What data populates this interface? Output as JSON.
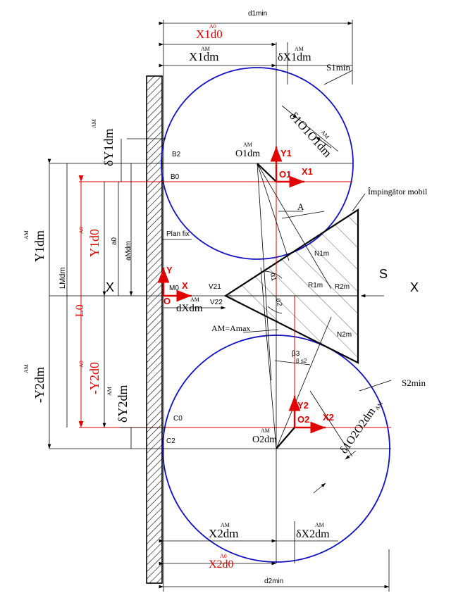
{
  "colors": {
    "blue": "#1010c0",
    "red": "#e00000",
    "black": "#000000"
  },
  "labels": {
    "d1min": "d1min",
    "d2min": "d2min",
    "S1min": "S1min",
    "S2min": "S2min",
    "X1d0_main": "X1d0",
    "X1d0_sup": "A0",
    "X1dm_main": "X1dm",
    "X1dm_sup": "AM",
    "dX1dm_main": "δX1dm",
    "dX1dm_sup": "AM",
    "X2dm_main": "X2dm",
    "X2dm_sup": "AM",
    "dX2dm_main": "δX2dm",
    "dX2dm_sup": "AM",
    "X2d0_main": "X2d0",
    "X2d0_sup": "A0",
    "dXdm_main": "dXdm",
    "dXdm_sup": "AM",
    "dO1O1dm_main": "δ1O1O1dm",
    "dO1O1dm_sup": "AM",
    "dO2O2dm_main": "δ1O2O2dm",
    "dO2O2dm_sup": "AM",
    "dY1dm_main": "δY1dm",
    "dY1dm_sup": "AM",
    "Y1dm_main": "Y1dm",
    "Y1dm_sup": "AM",
    "Y1d0_main": "Y1d0",
    "Y1d0_sup": "A0",
    "Y2d0_main": "-Y2d0",
    "Y2d0_sup": "A0",
    "Y2dm_main": "-Y2dm",
    "Y2dm_sup": "AM",
    "dY2dm_main": "δY2dm",
    "dY2dm_sup": "AM",
    "a0": "a0",
    "aMdm": "aMdm",
    "LMdm": "LMdm",
    "L0": "L0",
    "X_left": "X",
    "X_right": "X",
    "S": "S",
    "B2": "B2",
    "B0": "B0",
    "C0": "C0",
    "C2": "C2",
    "O1dm_main": "O1dm",
    "O1dm_sup": "AM",
    "O2dm_main": "O2dm",
    "O2dm_sup": "AM",
    "O1": "O1",
    "X1": "X1",
    "Y1": "Y1",
    "O2": "O2",
    "X2": "X2",
    "Y2": "Y2",
    "O": "O",
    "X": "X",
    "Y": "Y",
    "M0": "M0",
    "V21": "V21",
    "V22": "V22",
    "A": "A",
    "AM_Amax": "AM=Amax",
    "plan_fix": "Plan fix",
    "impingator": "Împingător mobil",
    "N1m": "N1m",
    "R1m": "R1m",
    "R2m": "R2m",
    "N2m": "N2m",
    "alpha1": "α1",
    "alpha2": "α2",
    "beta3": "β3",
    "beta_s2": "β s2"
  }
}
